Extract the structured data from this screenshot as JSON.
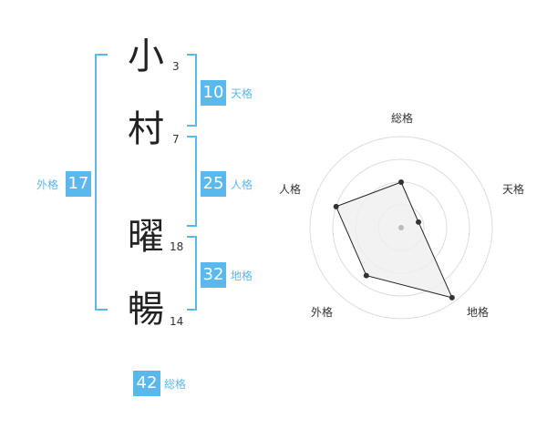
{
  "name": {
    "characters": [
      {
        "char": "小",
        "strokes": "3"
      },
      {
        "char": "村",
        "strokes": "7"
      },
      {
        "char": "曜",
        "strokes": "18"
      },
      {
        "char": "暢",
        "strokes": "14"
      }
    ]
  },
  "kaku": {
    "tenkaku": {
      "value": "10",
      "label": "天格"
    },
    "jinkaku": {
      "value": "25",
      "label": "人格"
    },
    "chikaku": {
      "value": "32",
      "label": "地格"
    },
    "gaikaku": {
      "value": "17",
      "label": "外格"
    },
    "soukaku": {
      "value": "42",
      "label": "総格"
    }
  },
  "colors": {
    "accent": "#5bb8ed",
    "ring": "#dddddd",
    "fill": "#efefef",
    "line": "#222222"
  },
  "chart_data": {
    "type": "radar",
    "axes": [
      "総格",
      "天格",
      "地格",
      "外格",
      "人格"
    ],
    "values": [
      0.5,
      0.2,
      0.95,
      0.65,
      0.75
    ],
    "range": [
      0,
      1
    ],
    "rings": 4
  }
}
